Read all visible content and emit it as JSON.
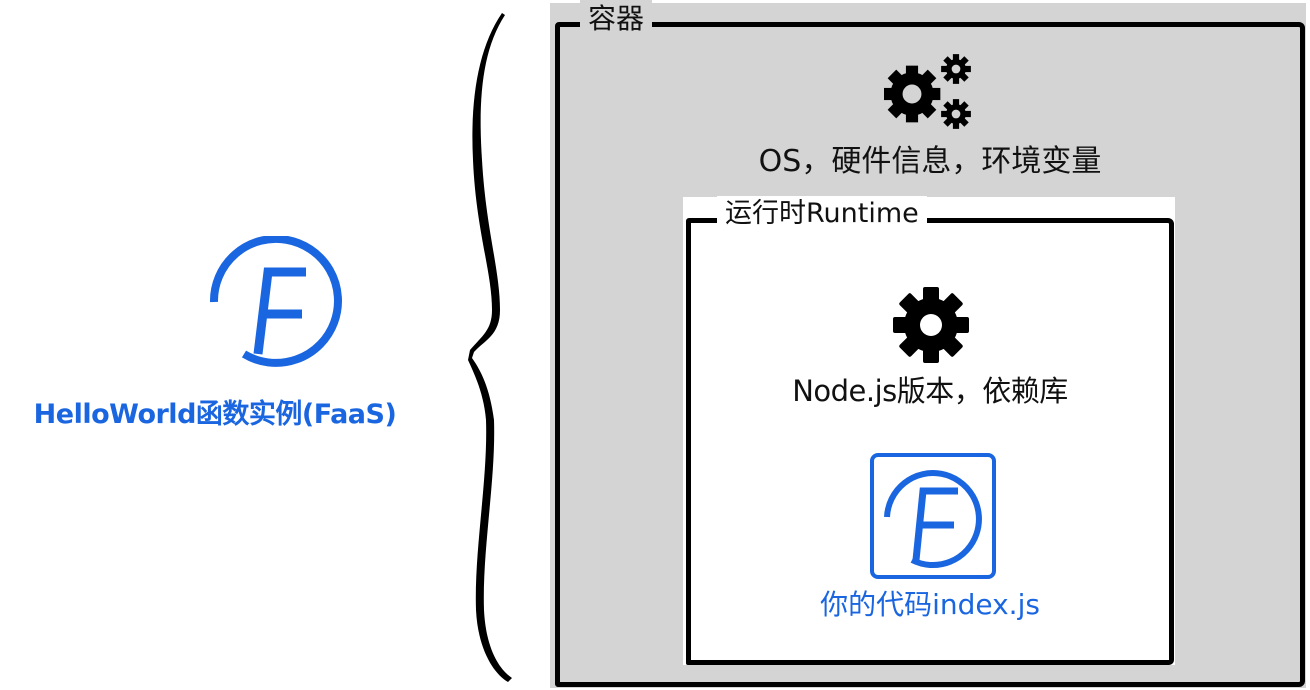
{
  "colors": {
    "accent_blue": "#1a66e0",
    "container_fill": "#d4d4d4",
    "runtime_fill": "#ffffff",
    "stroke": "#000000",
    "text": "#111111"
  },
  "function_instance": {
    "icon": "faas-f-circle-icon",
    "label": "HelloWorld函数实例(FaaS)"
  },
  "brace": {
    "icon": "curly-brace-icon"
  },
  "container": {
    "title": "容器",
    "icon": "gears-icon",
    "description": "OS，硬件信息，环境变量",
    "runtime": {
      "title": "运行时Runtime",
      "icon": "gear-icon",
      "description": "Node.js版本，依赖库",
      "code": {
        "icon": "faas-f-square-icon",
        "label": "你的代码index.js"
      }
    }
  }
}
